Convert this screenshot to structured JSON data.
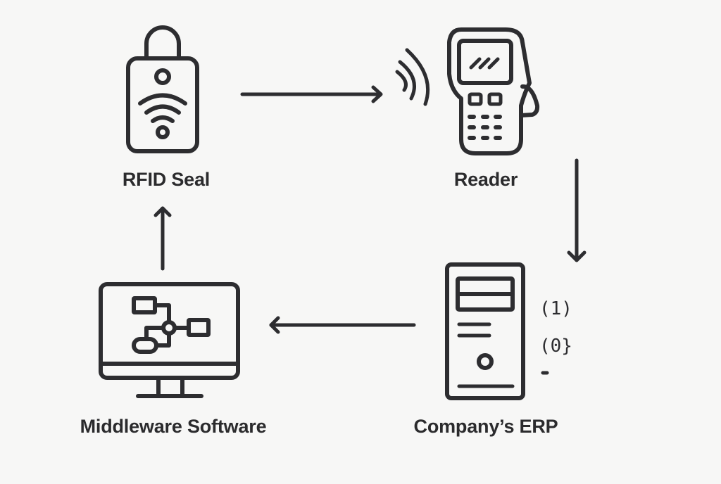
{
  "diagram": {
    "title": "RFID Seal data flow",
    "colors": {
      "background": "#f7f7f6",
      "ink": "#2d2d30"
    },
    "nodes": [
      {
        "id": "rfid-seal",
        "label": "RFID Seal",
        "icon": "rfid-seal-icon"
      },
      {
        "id": "reader",
        "label": "Reader",
        "icon": "handheld-reader-icon"
      },
      {
        "id": "erp",
        "label": "Company’s ERP",
        "icon": "server-tower-icon"
      },
      {
        "id": "middleware",
        "label": "Middleware Software",
        "icon": "monitor-flowchart-icon"
      }
    ],
    "edges": [
      {
        "from": "rfid-seal",
        "to": "reader",
        "direction": "right"
      },
      {
        "from": "reader",
        "to": "erp",
        "direction": "down"
      },
      {
        "from": "erp",
        "to": "middleware",
        "direction": "left"
      },
      {
        "from": "middleware",
        "to": "rfid-seal",
        "direction": "up"
      }
    ],
    "erp_data_glyphs": [
      "(1)",
      "(0}",
      "-"
    ]
  }
}
